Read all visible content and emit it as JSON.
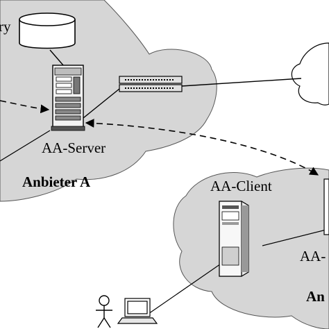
{
  "labels": {
    "repository_fragment": "ry",
    "server": "AA-Server",
    "provider_a": "Anbieter A",
    "client": "AA-Client",
    "right_fragment": "AA-",
    "provider_b_fragment": "An"
  }
}
